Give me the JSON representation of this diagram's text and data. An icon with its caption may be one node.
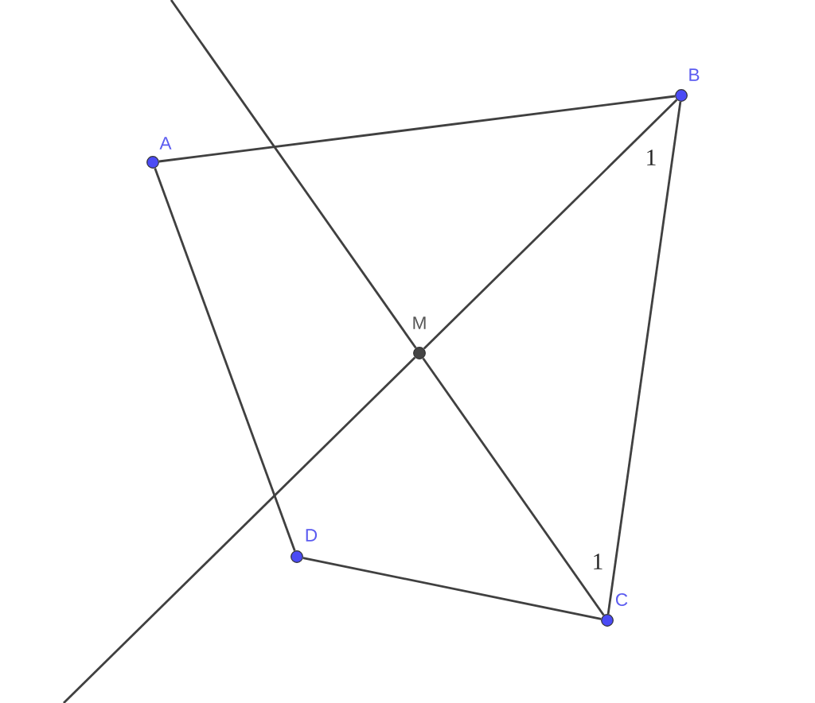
{
  "diagram": {
    "nodes": [
      {
        "text": [
          "A"
        ]
      },
      {
        "text": [
          "B"
        ]
      },
      {
        "text": [
          "C"
        ]
      },
      {
        "text": [
          "D"
        ]
      },
      {
        "text": [
          "M"
        ]
      }
    ],
    "edges": [
      {
        "from": 0,
        "to": 1,
        "arrow": "none"
      },
      {
        "from": 1,
        "to": 2,
        "arrow": "none"
      },
      {
        "from": 2,
        "to": 3,
        "arrow": "none"
      },
      {
        "from": 3,
        "to": 0,
        "arrow": "none"
      },
      {
        "from": 1,
        "to": 4,
        "arrow": "none"
      },
      {
        "from": 4,
        "to": null,
        "arrow": "none"
      },
      {
        "from": null,
        "to": 4,
        "arrow": "none"
      },
      {
        "from": 4,
        "to": 2,
        "arrow": "none"
      }
    ],
    "labels": [
      "1",
      "1"
    ]
  }
}
